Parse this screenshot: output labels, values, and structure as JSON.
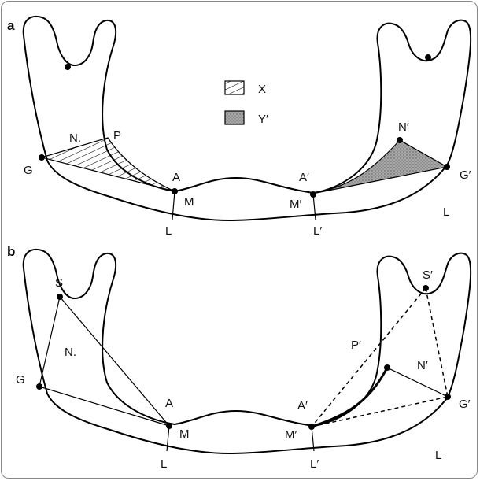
{
  "panel_a": {
    "label": "a",
    "points": {
      "G": "G",
      "N": "N.",
      "P": "P",
      "A": "A",
      "M": "M",
      "L": "L",
      "A_prime": "A′",
      "M_prime": "M′",
      "L_prime": "L′",
      "N_prime": "N′",
      "G_prime": "G′",
      "L_right": "L"
    },
    "legend": {
      "x_label": "X",
      "y_label": "Y′"
    }
  },
  "panel_b": {
    "label": "b",
    "points": {
      "S": "S",
      "N": "N.",
      "G": "G",
      "A": "A",
      "M": "M",
      "L": "L",
      "S_prime": "S′",
      "P_prime": "P′",
      "N_prime": "N′",
      "G_prime": "G′",
      "A_prime": "A′",
      "M_prime": "M′",
      "L_prime": "L′",
      "L_right": "L"
    }
  },
  "colors": {
    "stroke": "#000000",
    "shade_y": "#9a9a9a",
    "frame": "#888888"
  }
}
